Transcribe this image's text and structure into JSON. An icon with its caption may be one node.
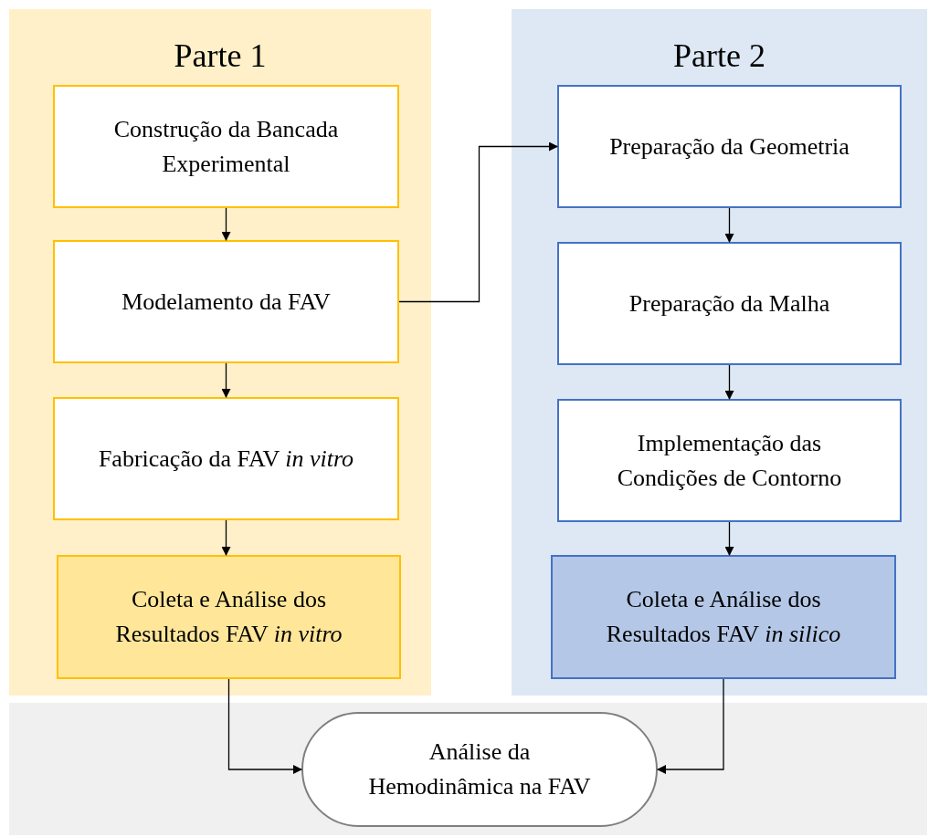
{
  "diagram": {
    "nodes": [
      {
        "text": [
          "Parte 1"
        ]
      },
      {
        "text": [
          "Construção da Bancada Experimental"
        ],
        "in": 0
      },
      {
        "text": [
          "Modelamento da FAV"
        ],
        "in": 0
      },
      {
        "text": [
          "Fabricação da FAV *in vitro*"
        ],
        "in": 0
      },
      {
        "text": [
          "Coleta e Análise dos Resultados FAV *in vitro*"
        ],
        "in": 0
      },
      {
        "text": [
          "Parte 2"
        ]
      },
      {
        "text": [
          "Preparação da Geometria"
        ],
        "in": 5
      },
      {
        "text": [
          "Preparação da Malha"
        ],
        "in": 5
      },
      {
        "text": [
          "Implementação das Condições de Contorno"
        ],
        "in": 5
      },
      {
        "text": [
          "Coleta e Análise dos Resultados FAV *in silico*"
        ],
        "in": 5
      },
      {
        "text": [],
        "shape": "band"
      },
      {
        "text": [
          "Análise da Hemodinâmica na FAV"
        ],
        "in": 10
      }
    ],
    "edges": [
      {
        "from": 1,
        "to": 2,
        "arrow": "to"
      },
      {
        "from": 2,
        "to": 3,
        "arrow": "to"
      },
      {
        "from": 3,
        "to": 4,
        "arrow": "to"
      },
      {
        "from": 2,
        "to": 6,
        "arrow": "to"
      },
      {
        "from": 6,
        "to": 7,
        "arrow": "to"
      },
      {
        "from": 7,
        "to": 8,
        "arrow": "to"
      },
      {
        "from": 8,
        "to": 9,
        "arrow": "to"
      },
      {
        "from": 4,
        "to": 11,
        "arrow": "to"
      },
      {
        "from": 9,
        "to": 11,
        "arrow": "to"
      }
    ]
  }
}
